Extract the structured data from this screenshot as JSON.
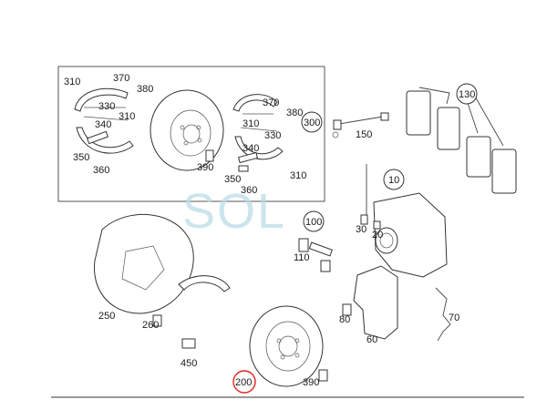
{
  "watermark": {
    "text": "SOL"
  },
  "labels": {
    "p310a": "310",
    "p370a": "370",
    "p380a": "380",
    "p330a": "330",
    "p310b": "310",
    "p340a": "340",
    "p350a": "350",
    "p360a": "360",
    "p370b": "370",
    "p380b": "380",
    "p310c": "310",
    "p330b": "330",
    "p340b": "340",
    "p390a": "390",
    "p350b": "350",
    "p360b": "360",
    "p310d": "310",
    "p300": "300",
    "p150": "150",
    "p130": "130",
    "p10": "10",
    "p100": "100",
    "p110": "110",
    "p30": "30",
    "p20": "20",
    "p250": "250",
    "p260": "260",
    "p450": "450",
    "p200": "200",
    "p390b": "390",
    "p80": "80",
    "p60": "60",
    "p70": "70"
  },
  "highlight": {
    "color": "#e0261f"
  }
}
